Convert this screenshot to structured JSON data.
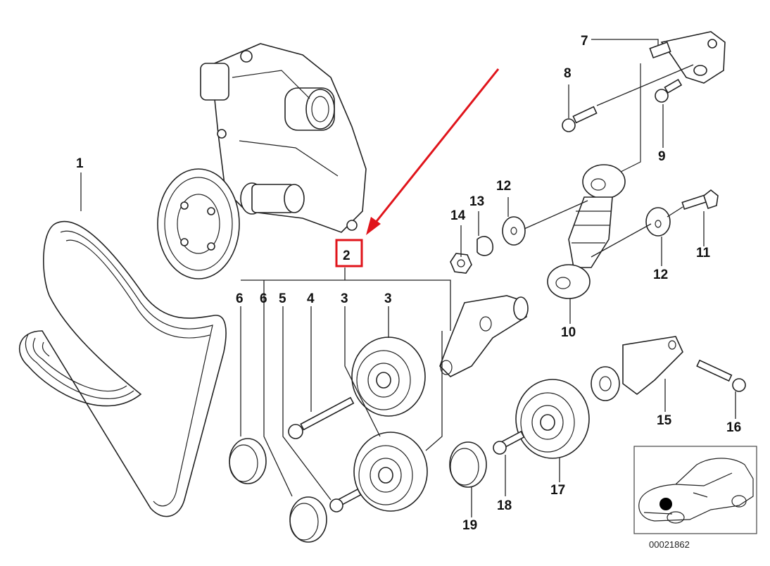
{
  "highlight": {
    "label": "2",
    "box_color": "#e0141b",
    "arrow_color": "#e0141b"
  },
  "labels": {
    "p1": "1",
    "p3a": "3",
    "p3b": "3",
    "p4": "4",
    "p5": "5",
    "p6a": "6",
    "p6b": "6",
    "p7": "7",
    "p8": "8",
    "p9": "9",
    "p10": "10",
    "p11": "11",
    "p12a": "12",
    "p12b": "12",
    "p13": "13",
    "p14": "14",
    "p15": "15",
    "p16": "16",
    "p17": "17",
    "p18": "18",
    "p19": "19"
  },
  "reference_number": "00021862",
  "icons": [
    "car-location-icon",
    "red-arrow-icon"
  ]
}
